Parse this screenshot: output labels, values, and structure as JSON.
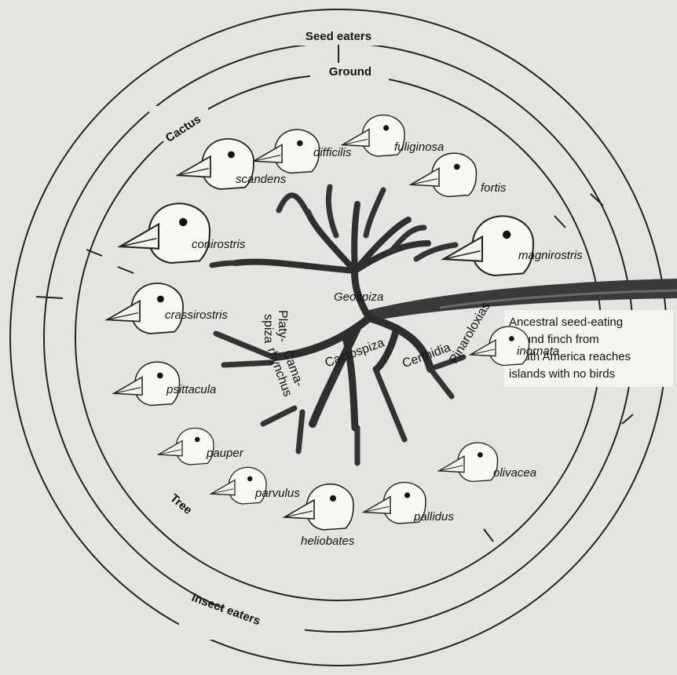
{
  "rings": {
    "outer_top": "Seed eaters",
    "outer_bottom": "Insect eaters",
    "middle_left": "Cactus",
    "middle_bottom_left": "Tree",
    "inner_top": "Ground"
  },
  "genera": {
    "geospiza": "Geospiza",
    "platyspiza_line1": "Platy-",
    "platyspiza_line2": "spiza",
    "camarhynchus_line1": "Cama-",
    "camarhynchus_line2": "rhynchus",
    "cactospiza": "Cactospiza",
    "certhidia": "Certhidia",
    "pinaroloxias": "Pinaroloxias"
  },
  "species": {
    "difficilis": "difficilis",
    "fuliginosa": "fuliginosa",
    "scandens": "scandens",
    "fortis": "fortis",
    "conirostris": "conirostris",
    "magnirostris": "magnirostris",
    "crassirostris": "crassirostris",
    "psittacula": "psittacula",
    "pauper": "pauper",
    "parvulus": "parvulus",
    "heliobates": "heliobates",
    "pallidus": "pallidus",
    "olivacea": "olivacea",
    "inornata": "inornata"
  },
  "ancestor_note": {
    "line1": "Ancestral seed-eating",
    "line2": "ground finch from",
    "line3": "South America reaches",
    "line4": "islands with no birds"
  },
  "icons": {
    "bird_head": "finch-head-icon",
    "arrow": "branch-arrow-icon"
  },
  "colors": {
    "background": "#e4e4e1",
    "ink": "#222222",
    "branch": "#2e2e2e"
  }
}
